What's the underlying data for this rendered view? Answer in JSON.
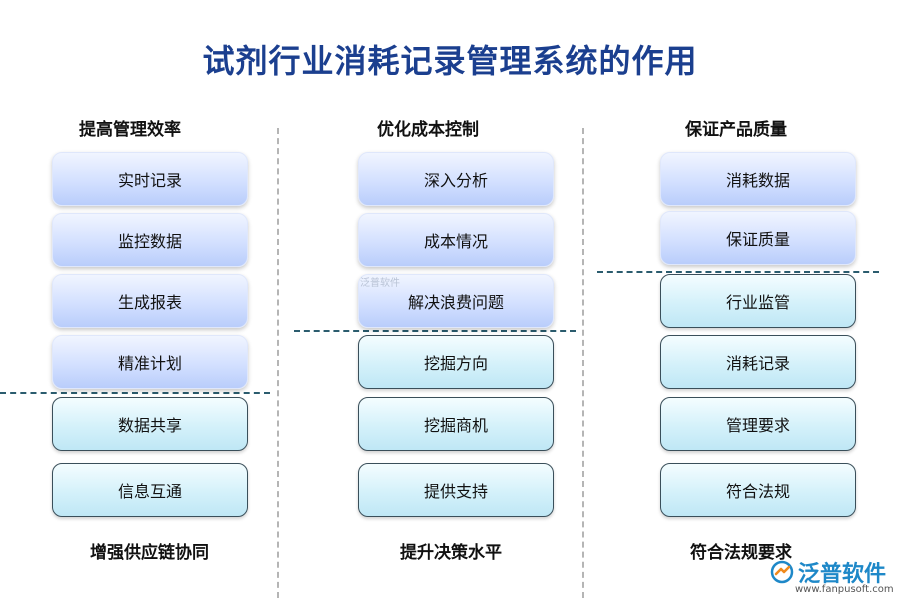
{
  "title": "试剂行业消耗记录管理系统的作用",
  "columns": [
    {
      "header": "提高管理效率",
      "items": [
        "实时记录",
        "监控数据",
        "生成报表",
        "精准计划",
        "数据共享",
        "信息互通"
      ],
      "footer": "增强供应链协同"
    },
    {
      "header": "优化成本控制",
      "items": [
        "深入分析",
        "成本情况",
        "解决浪费问题",
        "挖掘方向",
        "挖掘商机",
        "提供支持"
      ],
      "footer": "提升决策水平"
    },
    {
      "header": "保证产品质量",
      "items": [
        "消耗数据",
        "保证质量",
        "行业监管",
        "消耗记录",
        "管理要求",
        "符合法规"
      ],
      "footer": "符合法规要求"
    }
  ],
  "watermark": "泛普软件",
  "logo": {
    "name": "泛普软件",
    "url": "www.fanpusoft.com"
  },
  "colors": {
    "title": "#1b3f8f",
    "logo": "#1e88c8",
    "separator": "#2b5c6e"
  }
}
